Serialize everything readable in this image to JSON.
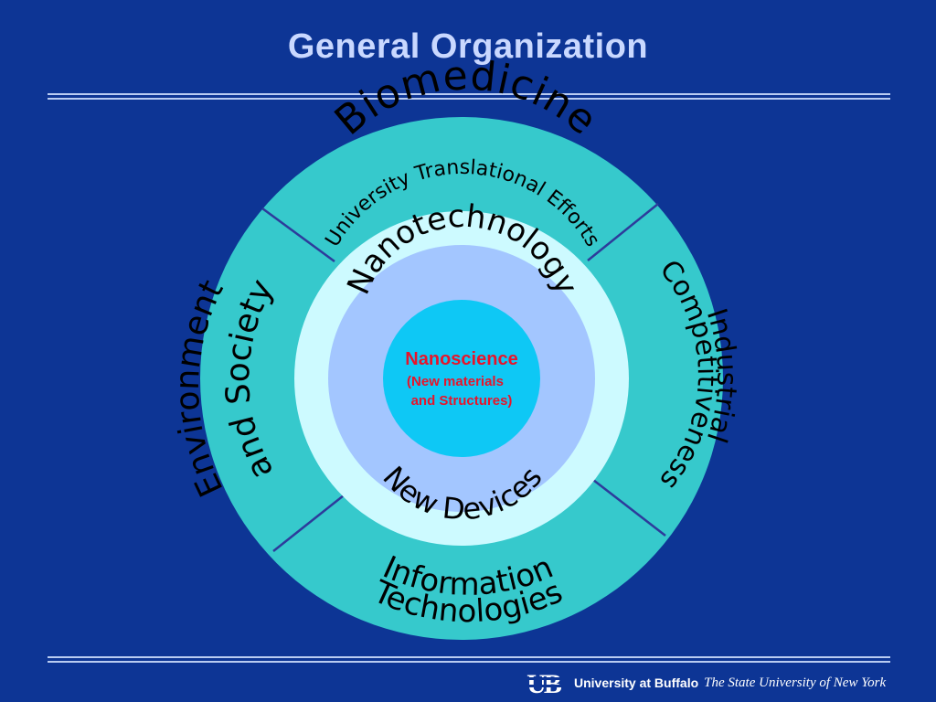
{
  "slide": {
    "title": "General Organization"
  },
  "diagram": {
    "outer_ring": {
      "top": "Biomedicine",
      "right": [
        "Industrial",
        "Competitiveness"
      ],
      "bottom": [
        "Information",
        "Technologies"
      ],
      "left": [
        "Environment",
        "and Society"
      ]
    },
    "middle_ring": "University Translational Efforts",
    "inner_ring": {
      "top": "Nanotechnology",
      "bottom": "New Devices"
    },
    "core": {
      "title": "Nanoscience",
      "line1": "(New materials",
      "line2": "and Structures)"
    },
    "colors": {
      "background": "#0d3595",
      "outer_ring": "#36c9cc",
      "middle_ring": "#cdfaff",
      "inner_ring": "#a3c6ff",
      "core": "#0ec8f5",
      "core_text": "#e8142a",
      "divider": "#2d3b9b",
      "ring_text": "#000000"
    }
  },
  "footer": {
    "logo_text": "UB",
    "university": "University at Buffalo",
    "tagline": "The State University of New York"
  }
}
